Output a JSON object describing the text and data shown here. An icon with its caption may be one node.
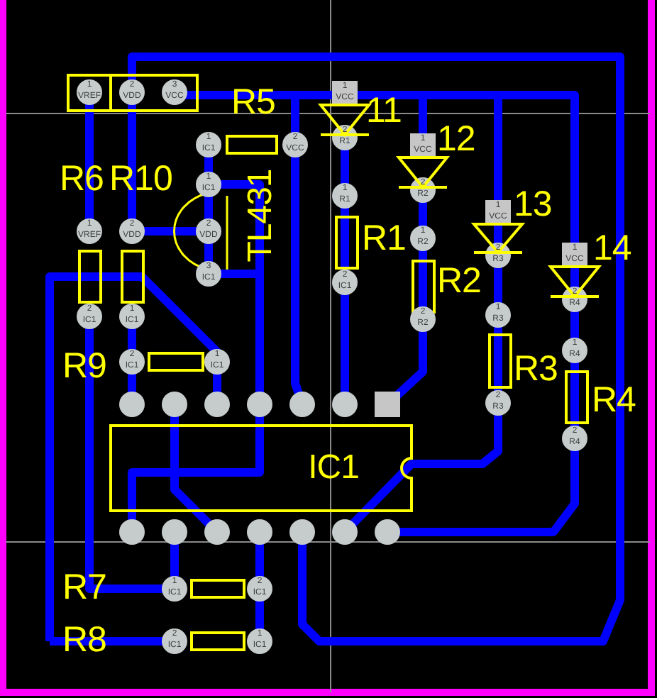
{
  "diagram": {
    "labels": [
      "1 VREF",
      "2 VDD",
      "3 VCC",
      "R5",
      "1 VCC",
      "11",
      "1 IC1",
      "2 VCC",
      "2 R1",
      "1 VCC",
      "12",
      "R6",
      "R10",
      "1 IC1",
      "2 R2",
      "TL431",
      "1 R1",
      "1 VCC",
      "13",
      "1 VREF",
      "2 VDD",
      "2 VDD",
      "R1",
      "1 R2",
      "2 R3",
      "1 VCC",
      "14",
      "3 IC1",
      "2 IC1",
      "R2",
      "2 R4",
      "2 IC1",
      "1 IC1",
      "2 R2",
      "1 R3",
      "R9",
      "2 IC1",
      "1 IC1",
      "R3",
      "1 R4",
      "2 R3",
      "R4",
      "2 R4",
      "IC1",
      "R7",
      "1 IC1",
      "2 IC1",
      "R8",
      "2 IC1",
      "1 IC1"
    ]
  }
}
